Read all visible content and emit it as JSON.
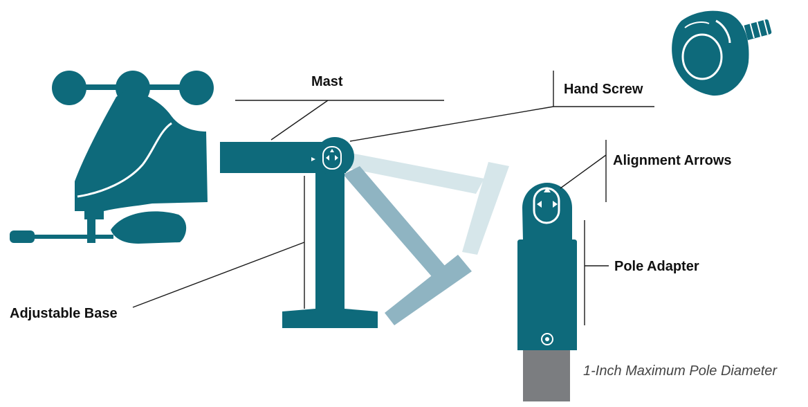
{
  "labels": {
    "mast": "Mast",
    "hand_screw": "Hand Screw",
    "alignment_arrows": "Alignment Arrows",
    "pole_adapter": "Pole Adapter",
    "adjustable_base": "Adjustable Base",
    "pole_diameter_note": "1-Inch Maximum Pole Diameter"
  },
  "colors": {
    "teal": "#0e6a7b",
    "teal_mid": "#8fb4c2",
    "teal_light": "#d6e6ea",
    "pole_gray": "#7b7d80",
    "leader_line": "#1a1a1a",
    "white": "#ffffff"
  },
  "icons": {
    "alignment_arrows": "triangle-arrows-icon",
    "pole_screw": "circle-target-icon"
  }
}
